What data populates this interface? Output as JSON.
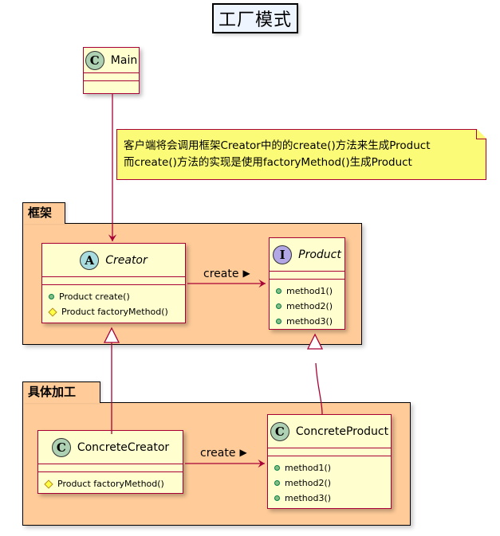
{
  "diagram": {
    "title": "工厂模式",
    "packages": {
      "framework": "框架",
      "concrete": "具体加工"
    },
    "classes": {
      "main": {
        "stereotype": "C",
        "name": "Main"
      },
      "creator": {
        "stereotype": "A",
        "name": "Creator",
        "methods": [
          "Product create()",
          "Product factoryMethod()"
        ]
      },
      "product": {
        "stereotype": "I",
        "name": "Product",
        "methods": [
          "method1()",
          "method2()",
          "method3()"
        ]
      },
      "concrete_creator": {
        "stereotype": "C",
        "name": "ConcreteCreator",
        "methods": [
          "Product factoryMethod()"
        ]
      },
      "concrete_product": {
        "stereotype": "C",
        "name": "ConcreteProduct",
        "methods": [
          "method1()",
          "method2()",
          "method3()"
        ]
      }
    },
    "note": {
      "line1": "客户端将会调用框架Creator中的的create()方法来生成Product",
      "line2": "而create()方法的实现是使用factoryMethod()生成Product"
    },
    "edges": {
      "create_top": "create",
      "create_bottom": "create",
      "direction_glyph": "▶"
    },
    "colors": {
      "package_fill": "#ffcc99",
      "class_fill": "#fefece",
      "class_border": "#a80036",
      "note_fill": "#fbfb77",
      "title_fill": "#eef5ff"
    }
  }
}
